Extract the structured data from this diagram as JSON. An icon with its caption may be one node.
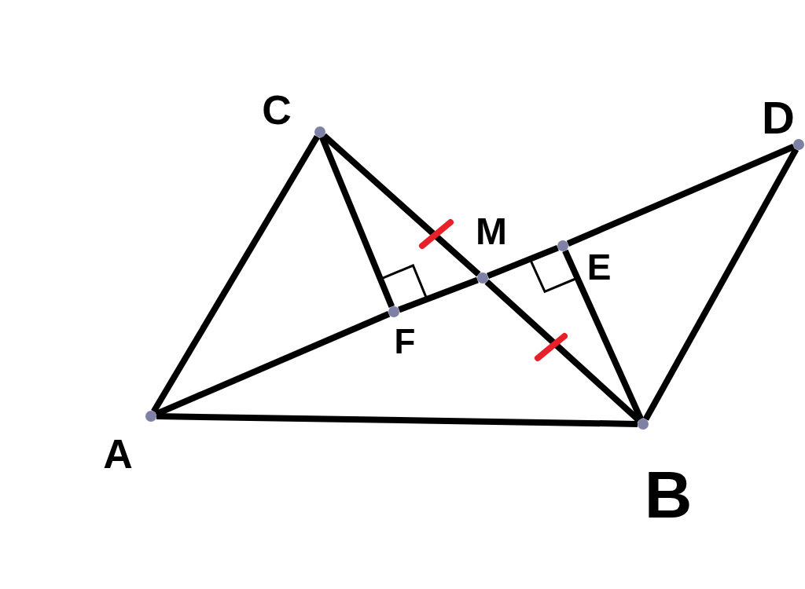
{
  "diagram": {
    "nodes": [
      {
        "text": [],
        "shape": "circle",
        "beside": [
          "A"
        ]
      },
      {
        "text": [],
        "shape": "circle",
        "beside": [
          "B"
        ]
      },
      {
        "text": [],
        "shape": "circle",
        "beside": [
          "C"
        ]
      },
      {
        "text": [],
        "shape": "circle",
        "beside": [
          "D"
        ]
      },
      {
        "text": [],
        "shape": "circle",
        "beside": [
          "M"
        ]
      },
      {
        "text": [],
        "shape": "circle",
        "beside": [
          "F"
        ]
      },
      {
        "text": [],
        "shape": "circle",
        "beside": [
          "E"
        ]
      }
    ],
    "edges": [
      {
        "from": 0,
        "to": 2,
        "arrow": "none"
      },
      {
        "from": 0,
        "to": 1,
        "arrow": "none"
      },
      {
        "from": 2,
        "to": 4,
        "arrow": "none"
      },
      {
        "from": 4,
        "to": 1,
        "arrow": "none"
      },
      {
        "from": 0,
        "to": 5,
        "arrow": "none"
      },
      {
        "from": 5,
        "to": 4,
        "arrow": "none"
      },
      {
        "from": 4,
        "to": 6,
        "arrow": "none"
      },
      {
        "from": 6,
        "to": 3,
        "arrow": "none"
      },
      {
        "from": 3,
        "to": 1,
        "arrow": "none"
      },
      {
        "from": 2,
        "to": 5,
        "arrow": "none"
      },
      {
        "from": 6,
        "to": 1,
        "arrow": "none"
      }
    ]
  }
}
